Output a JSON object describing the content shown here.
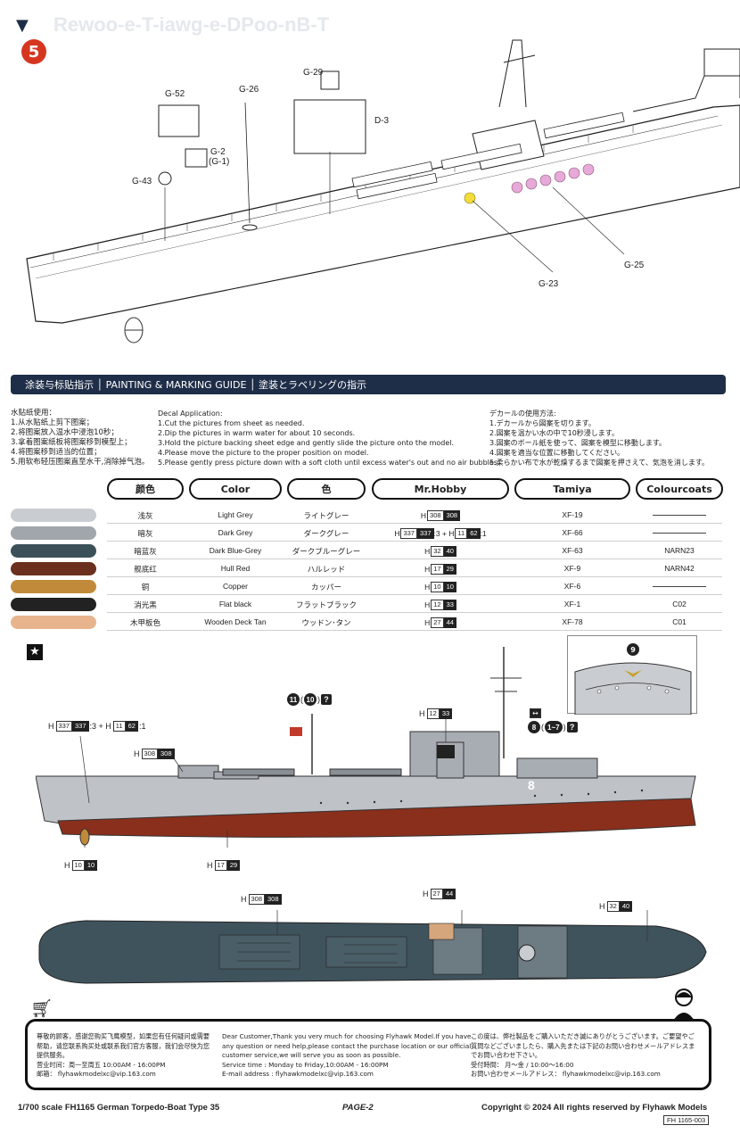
{
  "step": {
    "number": "5",
    "parts": {
      "g52": "G-52",
      "g26": "G-26",
      "g29": "G-29",
      "d3": "D-3",
      "g2": "G-2",
      "g1": "(G-1)",
      "g43": "G-43",
      "g23": "G-23",
      "g25": "G-25"
    }
  },
  "guide": {
    "banner": "涂装与标贴指示  │  PAINTING & MARKING GUIDE  │  塗装とラベリングの指示"
  },
  "instructions": {
    "zh": {
      "title": "水贴纸使用：",
      "lines": [
        "1.从水贴纸上剪下图案；",
        "2.将图案放入温水中浸泡10秒；",
        "3.拿着图案纸板将图案移到模型上；",
        "4.将图案移到适当的位置；",
        "5.用软布轻压图案直至水干,消除掉气泡。"
      ]
    },
    "en": {
      "title": "Decal Application:",
      "lines": [
        "1.Cut the pictures from sheet as needed.",
        "2.Dip the pictures in warm water for about 10 seconds.",
        "3.Hold the picture backing sheet edge and gently slide the picture onto the model.",
        "4.Please move the picture to the proper position on model.",
        "5.Please gently press picture down with a soft cloth until excess water's out and no air bubbles."
      ]
    },
    "ja": {
      "title": "デカールの使用方法:",
      "lines": [
        "1.デカールから図案を切ります。",
        "2.図案を温かい水の中で10秒浸します。",
        "3.図案のボール紙を使って、図案を模型に移動します。",
        "4.図案を適当な位置に移動してください。",
        "5.柔らかい布で水が乾燥するまで図案を押さえて、気泡を消します。"
      ]
    }
  },
  "table": {
    "headers": [
      "颜色",
      "Color",
      "色",
      "Mr.Hobby",
      "Tamiya",
      "Colourcoats"
    ],
    "rows": [
      {
        "swatch": "#c9ccd0",
        "zh": "浅灰",
        "en": "Light Grey",
        "ja": "ライトグレー",
        "h1": "308",
        "h1b": "308",
        "tamiya": "XF-19",
        "cc": ""
      },
      {
        "swatch": "#a0a6ac",
        "zh": "暗灰",
        "en": "Dark Grey",
        "ja": "ダークグレー",
        "h1": "337",
        "h1b": "337",
        "mix": ":3 + H",
        "h2": "11",
        "h2b": "62",
        "mix2": ":1",
        "tamiya": "XF-66",
        "cc": ""
      },
      {
        "swatch": "#3c5059",
        "zh": "暗蓝灰",
        "en": "Dark Blue-Grey",
        "ja": "ダークブルーグレー",
        "h1": "32",
        "h1b": "40",
        "tamiya": "XF-63",
        "cc": "NARN23"
      },
      {
        "swatch": "#6a2f1e",
        "zh": "舰底红",
        "en": "Hull Red",
        "ja": "ハルレッド",
        "h1": "17",
        "h1b": "29",
        "tamiya": "XF-9",
        "cc": "NARN42"
      },
      {
        "swatch": "#c08a3a",
        "zh": "铜",
        "en": "Copper",
        "ja": "カッパー",
        "h1": "10",
        "h1b": "10",
        "tamiya": "XF-6",
        "cc": ""
      },
      {
        "swatch": "#222222",
        "zh": "消光黑",
        "en": "Flat black",
        "ja": "フラットブラック",
        "h1": "12",
        "h1b": "33",
        "tamiya": "XF-1",
        "cc": "C02"
      },
      {
        "swatch": "#e8b48e",
        "zh": "木甲板色",
        "en": "Wooden Deck Tan",
        "ja": "ウッドン･タン",
        "h1": "27",
        "h1b": "44",
        "tamiya": "XF-78",
        "cc": "C01"
      }
    ]
  },
  "profile": {
    "star": "★",
    "c_dark": {
      "h1": "337",
      "h1b": "337",
      "mix": ":3 + H",
      "h2": "11",
      "h2b": "62",
      "mix2": ":1"
    },
    "c_light": {
      "h": "308",
      "hb": "308"
    },
    "c_black": {
      "h": "12",
      "hb": "33"
    },
    "c_copper": {
      "h": "10",
      "hb": "10"
    },
    "c_red": {
      "h": "17",
      "hb": "29"
    },
    "decal_flag": {
      "a": "11",
      "b": "10"
    },
    "decal_hull": {
      "num": "8",
      "range": "1~7"
    },
    "decal_inset": "9",
    "hull_number": "8"
  },
  "topview": {
    "c_light": {
      "h": "308",
      "hb": "308"
    },
    "c_tan": {
      "h": "27",
      "hb": "44"
    },
    "c_bluegrey": {
      "h": "32",
      "hb": "40"
    }
  },
  "service": {
    "zh": [
      "尊敬的顾客，感谢您购买飞鹰模型，如果您有任何疑问或需要",
      "帮助，请您联系购买处或联系我们官方客服，我们会尽快为您",
      "提供服务。",
      "营业时间：周一至周五 10:00AM - 16:00PM",
      "邮箱：  flyhawkmodelxc@vip.163.com"
    ],
    "en": [
      "Dear Customer,Thank you very much for choosing Flyhawk Model.If you have",
      "any question or need help,please contact the purchase location or our official",
      "customer service,we will serve you as soon as possible.",
      "Service time : Monday to Friday,10:00AM - 16:00PM",
      "E-mail address :  flyhawkmodelxc@vip.163.com"
    ],
    "ja": [
      "この度は、弊社製品をご購入いただき誠にありがとうございます。ご要望やご",
      "質問などございましたら、購入先または下記のお問い合わせメールアドレスま",
      "でお問い合わせ下さい。",
      "受付時間：  月～金 / 10:00～16:00",
      "お問い合わせメールアドレス：  flyhawkmodelxc@vip.163.com"
    ]
  },
  "footer": {
    "title": "1/700 scale FH1165 German Torpedo-Boat Type 35",
    "page": "PAGE-2",
    "copyright": "Copyright © 2024  All rights reserved by Flyhawk Models",
    "code": "FH 1165-003"
  }
}
